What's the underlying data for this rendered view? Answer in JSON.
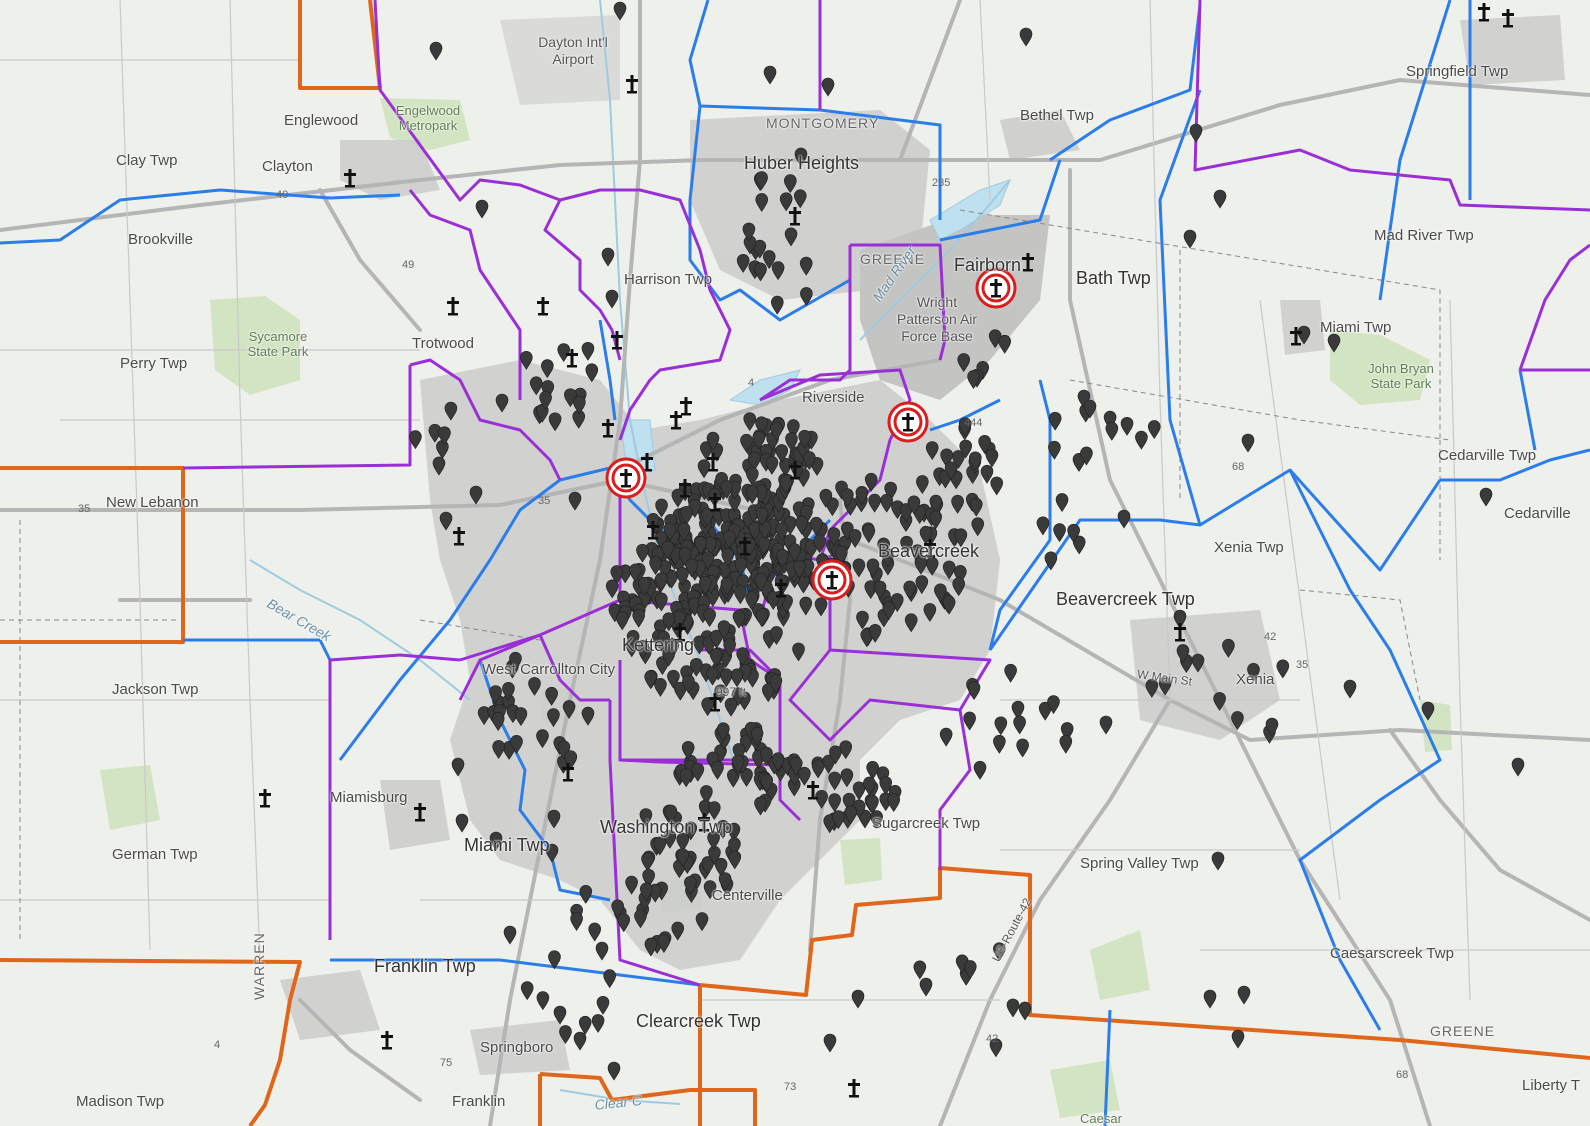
{
  "map": {
    "colors": {
      "background": "#eef0ec",
      "urban": "#c9c9c9",
      "park": "#cfe2bf",
      "water": "#bfe0ee",
      "road": "#b9b9b9",
      "county_line": "#e0661b",
      "district_blue": "#2b7de9",
      "district_purple": "#9a2fd6",
      "marker": "#3a3a3a",
      "highlight": "#d81e1e"
    },
    "labels": [
      {
        "id": "dayton-airport",
        "text": "Dayton Int'l Airport",
        "kind": "base"
      },
      {
        "id": "englewood",
        "text": "Englewood",
        "kind": "place"
      },
      {
        "id": "englewood-metropark",
        "text": "Engelwood Metropark",
        "kind": "park"
      },
      {
        "id": "clay-twp",
        "text": "Clay Twp",
        "kind": "place"
      },
      {
        "id": "clayton",
        "text": "Clayton",
        "kind": "place"
      },
      {
        "id": "brookville",
        "text": "Brookville",
        "kind": "place"
      },
      {
        "id": "sycamore-park",
        "text": "Sycamore State Park",
        "kind": "park"
      },
      {
        "id": "perry-twp",
        "text": "Perry Twp",
        "kind": "place"
      },
      {
        "id": "trotwood",
        "text": "Trotwood",
        "kind": "place"
      },
      {
        "id": "new-lebanon",
        "text": "New Lebanon",
        "kind": "place"
      },
      {
        "id": "bear-creek",
        "text": "Bear Creek",
        "kind": "water"
      },
      {
        "id": "jackson-twp",
        "text": "Jackson Twp",
        "kind": "place"
      },
      {
        "id": "german-twp",
        "text": "German Twp",
        "kind": "place"
      },
      {
        "id": "miamisburg",
        "text": "Miamisburg",
        "kind": "place"
      },
      {
        "id": "miami-twp",
        "text": "Miami Twp",
        "kind": "big"
      },
      {
        "id": "west-carrollton",
        "text": "West Carrollton City",
        "kind": "place"
      },
      {
        "id": "kettering",
        "text": "Kettering",
        "kind": "big"
      },
      {
        "id": "washington-twp",
        "text": "Washington Twp",
        "kind": "big"
      },
      {
        "id": "centerville",
        "text": "Centerville",
        "kind": "place"
      },
      {
        "id": "franklin-twp",
        "text": "Franklin Twp",
        "kind": "big"
      },
      {
        "id": "springboro",
        "text": "Springboro",
        "kind": "place"
      },
      {
        "id": "clearcreek-twp",
        "text": "Clearcreek Twp",
        "kind": "big"
      },
      {
        "id": "madison-twp",
        "text": "Madison Twp",
        "kind": "place"
      },
      {
        "id": "franklin",
        "text": "Franklin",
        "kind": "place"
      },
      {
        "id": "warren",
        "text": "WARREN",
        "kind": "county"
      },
      {
        "id": "montgomery",
        "text": "MONTGOMERY",
        "kind": "county"
      },
      {
        "id": "huber-heights",
        "text": "Huber Heights",
        "kind": "big"
      },
      {
        "id": "harrison-twp",
        "text": "Harrison Twp",
        "kind": "place"
      },
      {
        "id": "riverside",
        "text": "Riverside",
        "kind": "place"
      },
      {
        "id": "greene-1",
        "text": "GREENE",
        "kind": "county"
      },
      {
        "id": "fairborn",
        "text": "Fairborn",
        "kind": "big"
      },
      {
        "id": "wpafb",
        "text": "Wright Patterson Air Force Base",
        "kind": "base"
      },
      {
        "id": "mad-river",
        "text": "Mad River",
        "kind": "water"
      },
      {
        "id": "bath-twp",
        "text": "Bath Twp",
        "kind": "big"
      },
      {
        "id": "bethel-twp",
        "text": "Bethel Twp",
        "kind": "place"
      },
      {
        "id": "springfield-twp",
        "text": "Springfield Twp",
        "kind": "place"
      },
      {
        "id": "mad-river-twp",
        "text": "Mad River Twp",
        "kind": "place"
      },
      {
        "id": "miami-twp-greene",
        "text": "Miami Twp",
        "kind": "place"
      },
      {
        "id": "john-bryan",
        "text": "John Bryan State Park",
        "kind": "park"
      },
      {
        "id": "cedarville-twp",
        "text": "Cedarville Twp",
        "kind": "place"
      },
      {
        "id": "cedarville",
        "text": "Cedarville",
        "kind": "place"
      },
      {
        "id": "beavercreek",
        "text": "Beavercreek",
        "kind": "big"
      },
      {
        "id": "xenia-twp",
        "text": "Xenia Twp",
        "kind": "place"
      },
      {
        "id": "beavercreek-twp",
        "text": "Beavercreek Twp",
        "kind": "big"
      },
      {
        "id": "xenia",
        "text": "Xenia",
        "kind": "place"
      },
      {
        "id": "w-main-st",
        "text": "W Main St",
        "kind": "road"
      },
      {
        "id": "sugarcreek-twp",
        "text": "Sugarcreek Twp",
        "kind": "place"
      },
      {
        "id": "spring-valley-twp",
        "text": "Spring Valley Twp",
        "kind": "place"
      },
      {
        "id": "us-route-42",
        "text": "US-Route-42",
        "kind": "road"
      },
      {
        "id": "caesarscreek-twp",
        "text": "Caesarscreek Twp",
        "kind": "place"
      },
      {
        "id": "greene-2",
        "text": "GREENE",
        "kind": "county"
      },
      {
        "id": "liberty",
        "text": "Liberty T",
        "kind": "place"
      },
      {
        "id": "clear-creek",
        "text": "Clear C",
        "kind": "water"
      },
      {
        "id": "caesar",
        "text": "Caesar",
        "kind": "park"
      },
      {
        "id": "elev-997",
        "text": "997 ft",
        "kind": "road"
      }
    ],
    "road_shields": [
      {
        "id": "rt-49",
        "text": "49"
      },
      {
        "id": "rt-40",
        "text": "40"
      },
      {
        "id": "rt-35-west",
        "text": "35"
      },
      {
        "id": "rt-35-east",
        "text": "35"
      },
      {
        "id": "rt-235",
        "text": "235"
      },
      {
        "id": "rt-4",
        "text": "4"
      },
      {
        "id": "rt-444",
        "text": "444"
      },
      {
        "id": "rt-68-a",
        "text": "68"
      },
      {
        "id": "rt-42",
        "text": "42"
      },
      {
        "id": "rt-73",
        "text": "73"
      },
      {
        "id": "rt-75",
        "text": "75"
      },
      {
        "id": "rt-4-south",
        "text": "4"
      },
      {
        "id": "rt-42-south",
        "text": "42"
      },
      {
        "id": "rt-68-south",
        "text": "68"
      },
      {
        "id": "rt-35-dayton",
        "text": "35"
      }
    ],
    "marker_types": {
      "point": "map-pin-icon",
      "cemetery": "cross-icon",
      "highlighted": "target-cross-icon"
    }
  }
}
